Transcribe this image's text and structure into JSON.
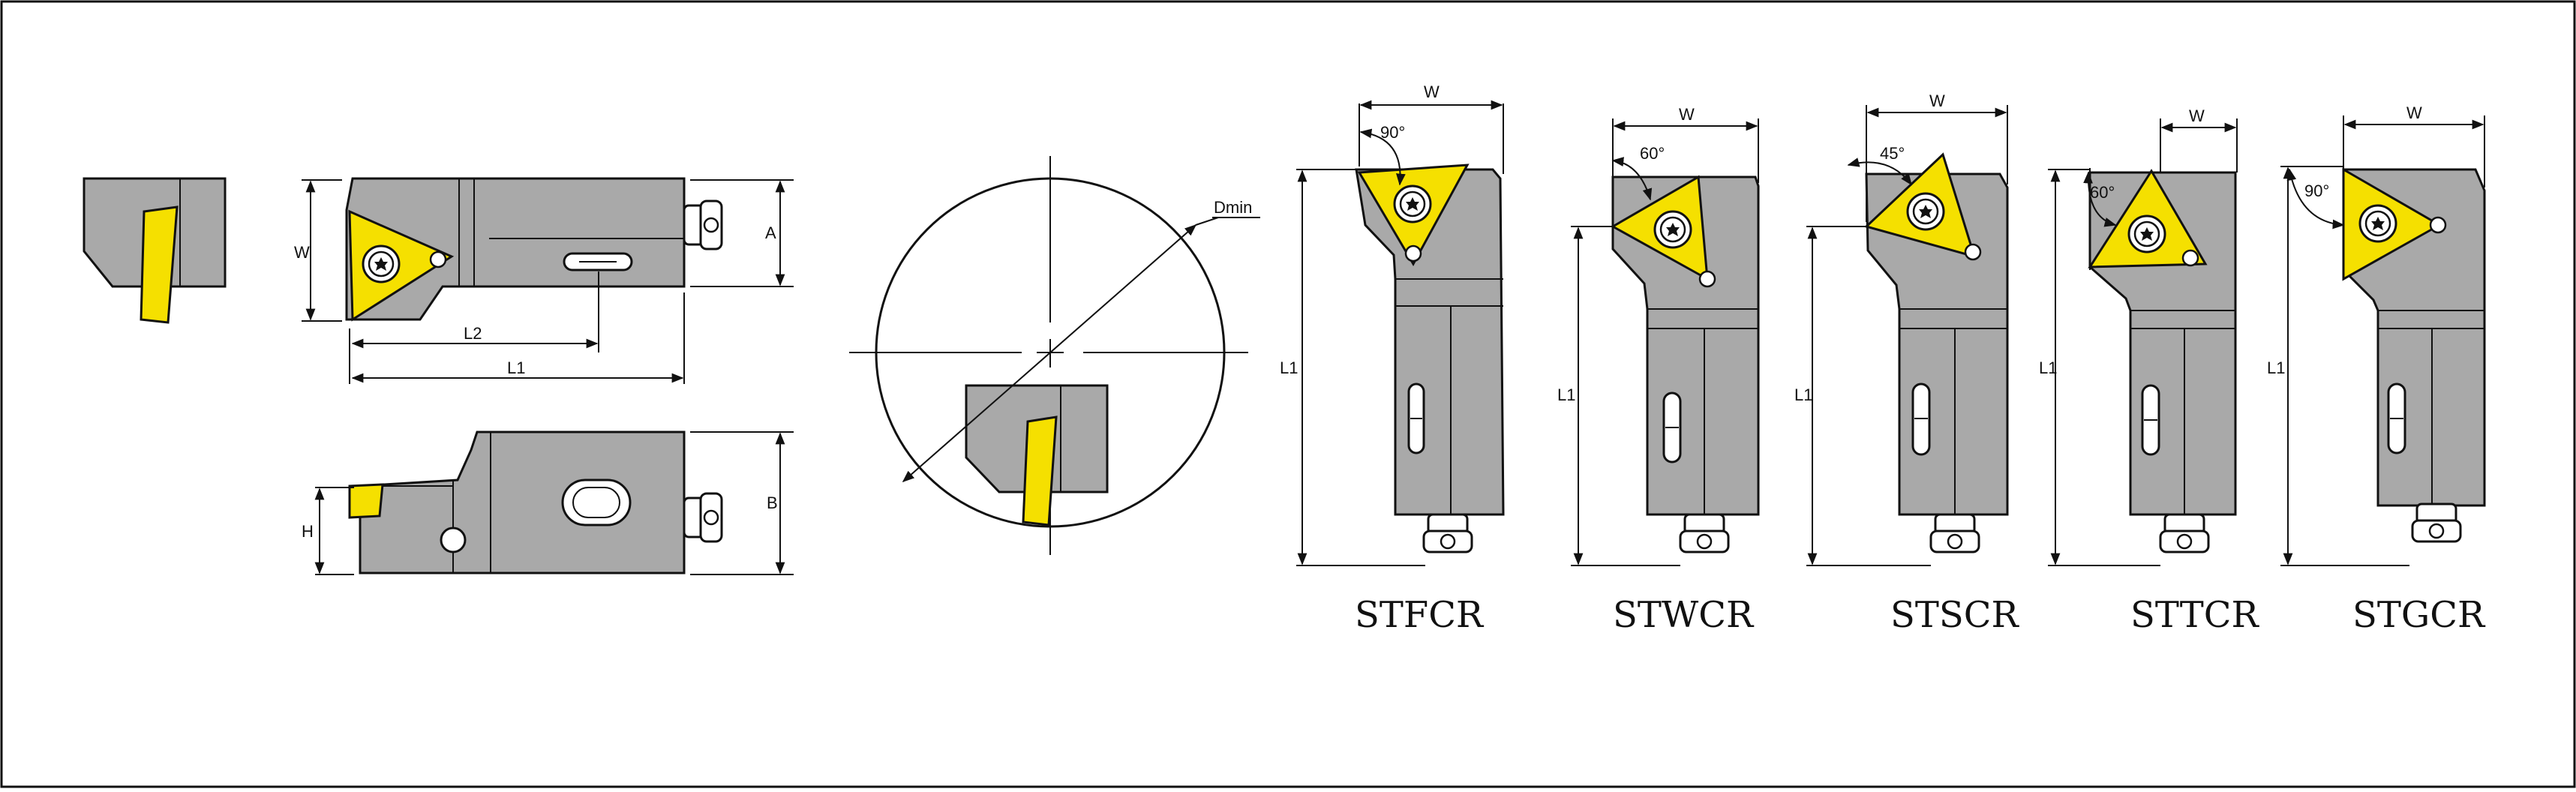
{
  "colors": {
    "body_gray": "#a9a9a9",
    "insert_yellow": "#f5e000",
    "outline": "#111111",
    "background": "#ffffff"
  },
  "dimensions": {
    "W": "W",
    "A": "A",
    "L1": "L1",
    "L2": "L2",
    "B": "B",
    "H": "H",
    "Dmin": "Dmin"
  },
  "models": [
    {
      "code": "STFCR",
      "angle": "90°"
    },
    {
      "code": "STWCR",
      "angle": "60°"
    },
    {
      "code": "STSCR",
      "angle": "45°"
    },
    {
      "code": "STTCR",
      "angle": "60°"
    },
    {
      "code": "STGCR",
      "angle": "90°"
    }
  ],
  "icons": {
    "insert": "triangle-insert-icon",
    "screw": "torx-screw-icon",
    "clamp": "clamp-screw-icon"
  }
}
